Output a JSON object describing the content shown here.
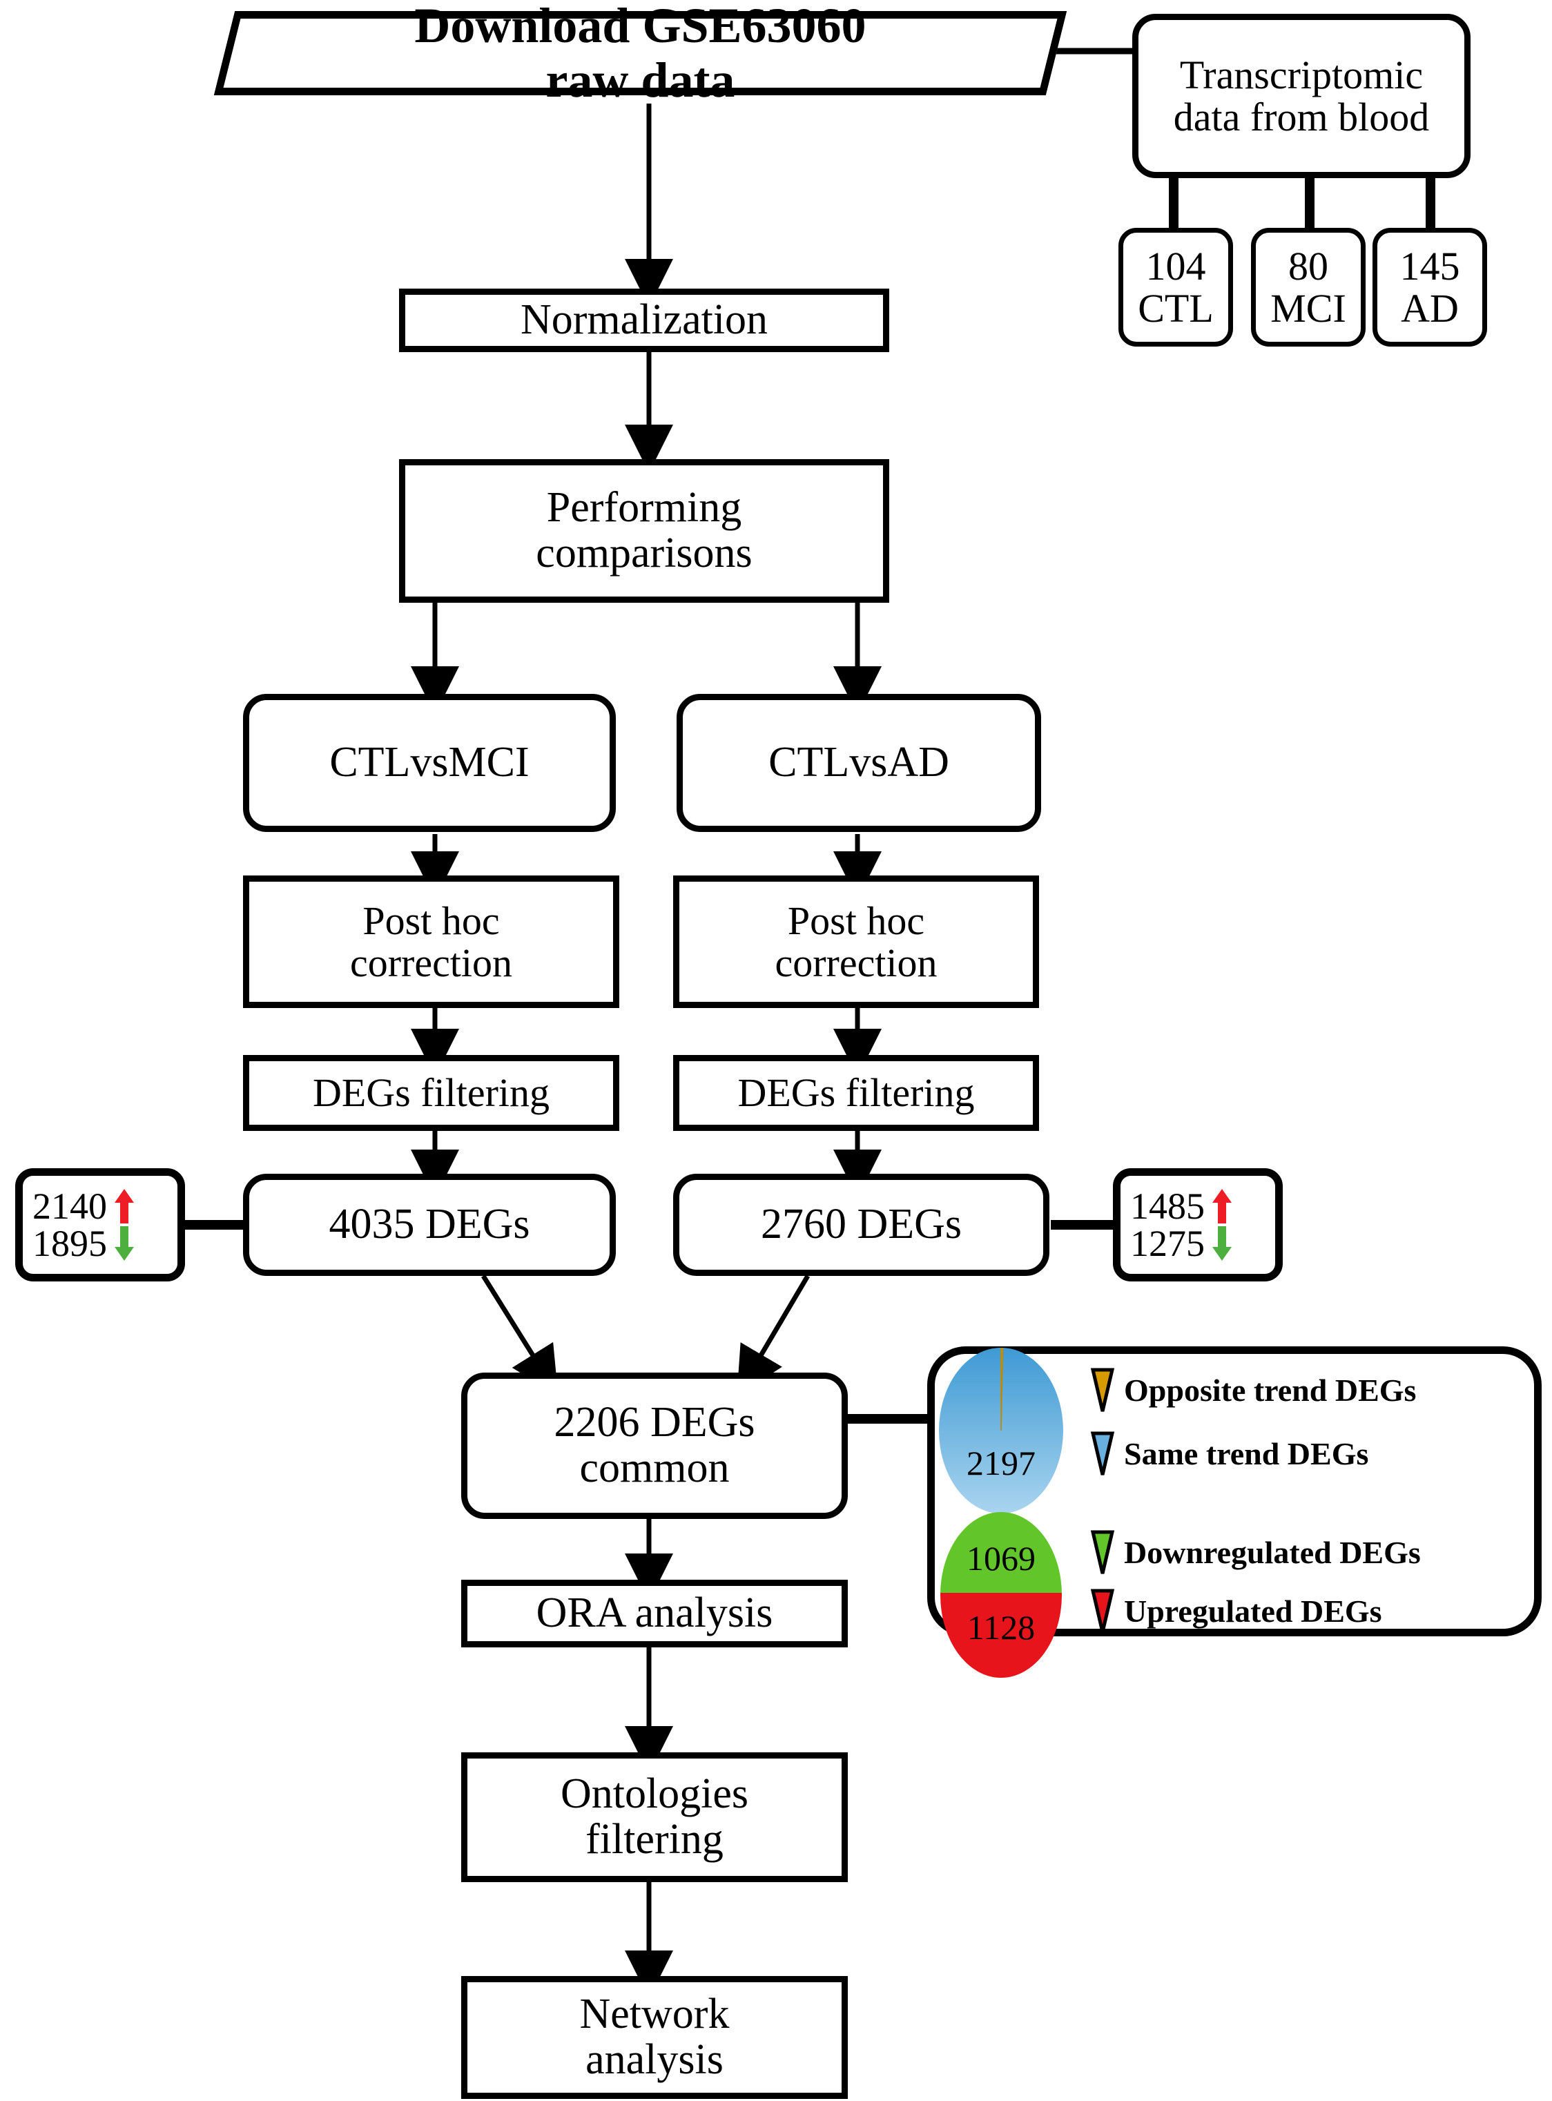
{
  "diagram": {
    "title": "Download GSE63060 raw data",
    "nodes": {
      "download": "Download GSE63060\nraw data",
      "download_line1": "Download GSE63060",
      "download_line2": "raw data",
      "transcriptomic_line1": "Transcriptomic",
      "transcriptomic_line2": "data from blood",
      "cohort_ctl_n": "104",
      "cohort_ctl_label": "CTL",
      "cohort_mci_n": "80",
      "cohort_mci_label": "MCI",
      "cohort_ad_n": "145",
      "cohort_ad_label": "AD",
      "normalization": "Normalization",
      "performing_line1": "Performing",
      "performing_line2": "comparisons",
      "ctl_vs_mci": "CTLvsMCI",
      "ctl_vs_ad": "CTLvsAD",
      "posthoc_left_line1": "Post hoc",
      "posthoc_left_line2": "correction",
      "posthoc_right_line1": "Post hoc",
      "posthoc_right_line2": "correction",
      "degs_filtering_left": "DEGs filtering",
      "degs_filtering_right": "DEGs filtering",
      "degs_left": "4035 DEGs",
      "degs_right": "2760 DEGs",
      "common_line1": "2206 DEGs",
      "common_line2": "common",
      "ora": "ORA analysis",
      "ontologies_line1": "Ontologies",
      "ontologies_line2": "filtering",
      "network_line1": "Network",
      "network_line2": "analysis"
    },
    "badges": {
      "left": {
        "up": "2140",
        "down": "1895"
      },
      "right": {
        "up": "1485",
        "down": "1275"
      }
    },
    "legend": {
      "items": [
        {
          "label": "Opposite trend DEGs",
          "color": "#d79b00"
        },
        {
          "label": "Same trend DEGs",
          "color": "#6ab0de"
        },
        {
          "label": "Downregulated DEGs",
          "color": "#62c62a"
        },
        {
          "label": "Upregulated DEGs",
          "color": "#e8141b"
        }
      ]
    }
  },
  "chart_data": [
    {
      "type": "pie",
      "name": "trend-pie",
      "title": "",
      "categories": [
        "Same trend DEGs",
        "Opposite trend DEGs"
      ],
      "values": [
        2197,
        9
      ],
      "labels": [
        "2197",
        ""
      ],
      "colors": [
        "#6ab0de",
        "#d79b00"
      ],
      "total": 2206,
      "legend": "right"
    },
    {
      "type": "pie",
      "name": "regulation-pie",
      "title": "",
      "categories": [
        "Downregulated DEGs",
        "Upregulated DEGs"
      ],
      "values": [
        1069,
        1128
      ],
      "labels": [
        "1069",
        "1128"
      ],
      "colors": [
        "#62c62a",
        "#e8141b"
      ],
      "total": 2197,
      "legend": "right"
    }
  ],
  "colors": {
    "outline": "#000000",
    "up_arrow": "#ee1c25",
    "down_arrow": "#4caf3e",
    "blue": "#6ab0de",
    "blue_dark": "#3e9ad4",
    "orange": "#d79b00",
    "green": "#62c62a",
    "red": "#e8141b",
    "background": "#ffffff"
  }
}
